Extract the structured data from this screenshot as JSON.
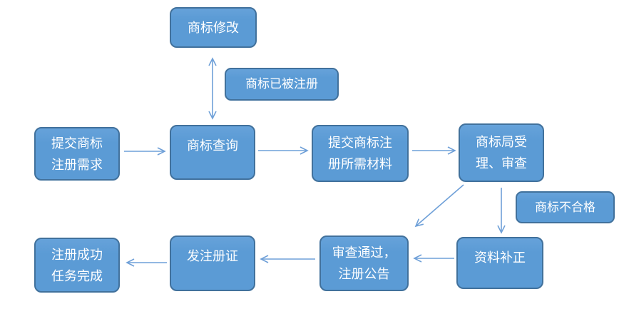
{
  "diagram": {
    "nodes": [
      {
        "id": "trademark-modify",
        "label": "商标修改"
      },
      {
        "id": "already-registered",
        "label": "商标已被注册"
      },
      {
        "id": "submit-request",
        "label": "提交商标\n注册需求"
      },
      {
        "id": "trademark-query",
        "label": "商标查询"
      },
      {
        "id": "submit-materials",
        "label": "提交商标注\n册所需材料"
      },
      {
        "id": "office-review",
        "label": "商标局受\n理、审查"
      },
      {
        "id": "trademark-unqualified",
        "label": "商标不合格"
      },
      {
        "id": "material-supplement",
        "label": "资料补正"
      },
      {
        "id": "review-approved",
        "label": "审查通过，\n注册公告"
      },
      {
        "id": "issue-certificate",
        "label": "发注册证"
      },
      {
        "id": "register-success",
        "label": "注册成功\n任务完成"
      }
    ],
    "edges": [
      {
        "from": "trademark-query",
        "to": "trademark-modify",
        "type": "bidirectional",
        "note": "商标已被注册"
      },
      {
        "from": "submit-request",
        "to": "trademark-query",
        "type": "arrow"
      },
      {
        "from": "trademark-query",
        "to": "submit-materials",
        "type": "arrow"
      },
      {
        "from": "submit-materials",
        "to": "office-review",
        "type": "arrow"
      },
      {
        "from": "office-review",
        "to": "review-approved",
        "type": "arrow"
      },
      {
        "from": "office-review",
        "to": "material-supplement",
        "type": "arrow",
        "note": "商标不合格"
      },
      {
        "from": "material-supplement",
        "to": "review-approved",
        "type": "arrow"
      },
      {
        "from": "review-approved",
        "to": "issue-certificate",
        "type": "arrow"
      },
      {
        "from": "issue-certificate",
        "to": "register-success",
        "type": "arrow"
      }
    ],
    "colors": {
      "box_fill": "#5B9BD5",
      "box_border": "#41719C",
      "arrow": "#6FA0D8",
      "text": "#FFFFFF",
      "background": "#FFFFFF"
    }
  }
}
